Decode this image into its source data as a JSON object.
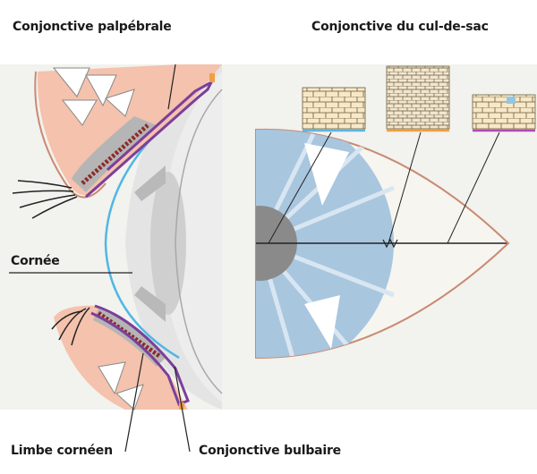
{
  "labels": {
    "conj_palpebrale": "Conjonctive palpébrale",
    "conj_cul_de_sac": "Conjonctive du cul-de-sac",
    "cornee": "Cornée",
    "limbe_corneen": "Limbe cornéen",
    "conj_bulbaire": "Conjonctive bulbaire"
  },
  "colors": {
    "background_band": "#f2f2ee",
    "iris_blue": "#a9c6df",
    "cornea_line": "#4fb7e6",
    "conjunctiva_purple": "#7b3f9a",
    "eyelid_pink": "#f4c2ad",
    "tarsal_gland_red": "#8e2a2a",
    "limbus_orange": "#f0a040",
    "pupil_gray": "#8a8a8a"
  },
  "epithelium_swatches": [
    {
      "name": "cornea",
      "underline_color": "#5ab6e4"
    },
    {
      "name": "limbus",
      "underline_color": "#f0a040"
    },
    {
      "name": "conjunctiva",
      "underline_color": "#b04bb0"
    }
  ]
}
